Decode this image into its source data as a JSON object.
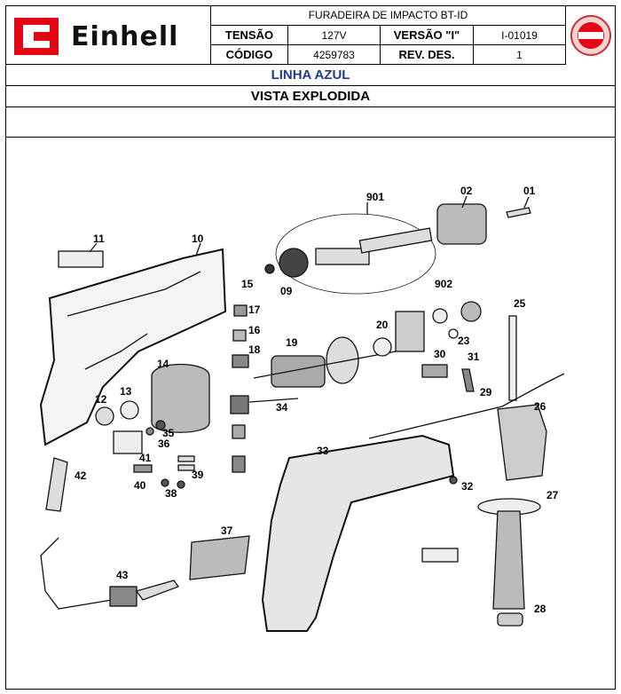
{
  "header": {
    "product_title": "FURADEIRA DE IMPACTO BT-ID",
    "tensao_label": "TENSÃO",
    "tensao_value": "127V",
    "versao_label": "VERSÃO \"I\"",
    "versao_value": "I-01019",
    "codigo_label": "CÓDIGO",
    "codigo_value": "4259783",
    "revdes_label": "REV. DES.",
    "revdes_value": "1"
  },
  "logo": {
    "brand_text": "Einhell",
    "brand_color": "#e30613"
  },
  "line_title": "LINHA AZUL",
  "line_title_color": "#1f3c88",
  "view_title": "VISTA EXPLODIDA",
  "parts": [
    {
      "id": "901",
      "text": "901"
    },
    {
      "id": "02",
      "text": "02"
    },
    {
      "id": "01",
      "text": "01"
    },
    {
      "id": "11",
      "text": "11"
    },
    {
      "id": "10",
      "text": "10"
    },
    {
      "id": "15",
      "text": "15"
    },
    {
      "id": "09",
      "text": "09"
    },
    {
      "id": "902",
      "text": "902"
    },
    {
      "id": "25",
      "text": "25"
    },
    {
      "id": "17",
      "text": "17"
    },
    {
      "id": "16",
      "text": "16"
    },
    {
      "id": "18",
      "text": "18"
    },
    {
      "id": "19",
      "text": "19"
    },
    {
      "id": "20",
      "text": "20"
    },
    {
      "id": "23",
      "text": "23"
    },
    {
      "id": "14",
      "text": "14"
    },
    {
      "id": "13",
      "text": "13"
    },
    {
      "id": "12",
      "text": "12"
    },
    {
      "id": "30",
      "text": "30"
    },
    {
      "id": "31",
      "text": "31"
    },
    {
      "id": "29",
      "text": "29"
    },
    {
      "id": "34",
      "text": "34"
    },
    {
      "id": "26",
      "text": "26"
    },
    {
      "id": "35",
      "text": "35"
    },
    {
      "id": "36",
      "text": "36"
    },
    {
      "id": "41",
      "text": "41"
    },
    {
      "id": "33",
      "text": "33"
    },
    {
      "id": "42",
      "text": "42"
    },
    {
      "id": "40",
      "text": "40"
    },
    {
      "id": "39",
      "text": "39"
    },
    {
      "id": "38",
      "text": "38"
    },
    {
      "id": "32",
      "text": "32"
    },
    {
      "id": "27",
      "text": "27"
    },
    {
      "id": "37",
      "text": "37"
    },
    {
      "id": "43",
      "text": "43"
    },
    {
      "id": "28",
      "text": "28"
    }
  ]
}
